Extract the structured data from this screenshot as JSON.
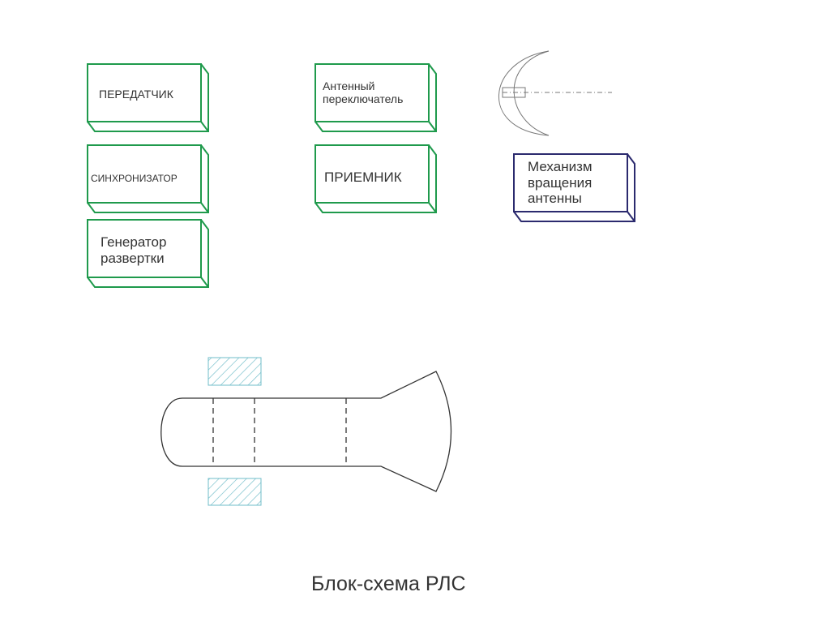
{
  "blocks": {
    "transmitter": "ПЕРЕДАТЧИК",
    "synchronizer": "СИНХРОНИЗАТОР",
    "sweep_generator": "Генератор развертки",
    "antenna_switch": "Антенный переключатель",
    "receiver": "ПРИЕМНИК",
    "antenna_rotation": "Механизм вращения антенны"
  },
  "caption": "Блок-схема РЛС",
  "colors": {
    "green": "#1f9a4c",
    "navy": "#2b2a6e",
    "hatch": "#6fbcc8"
  }
}
